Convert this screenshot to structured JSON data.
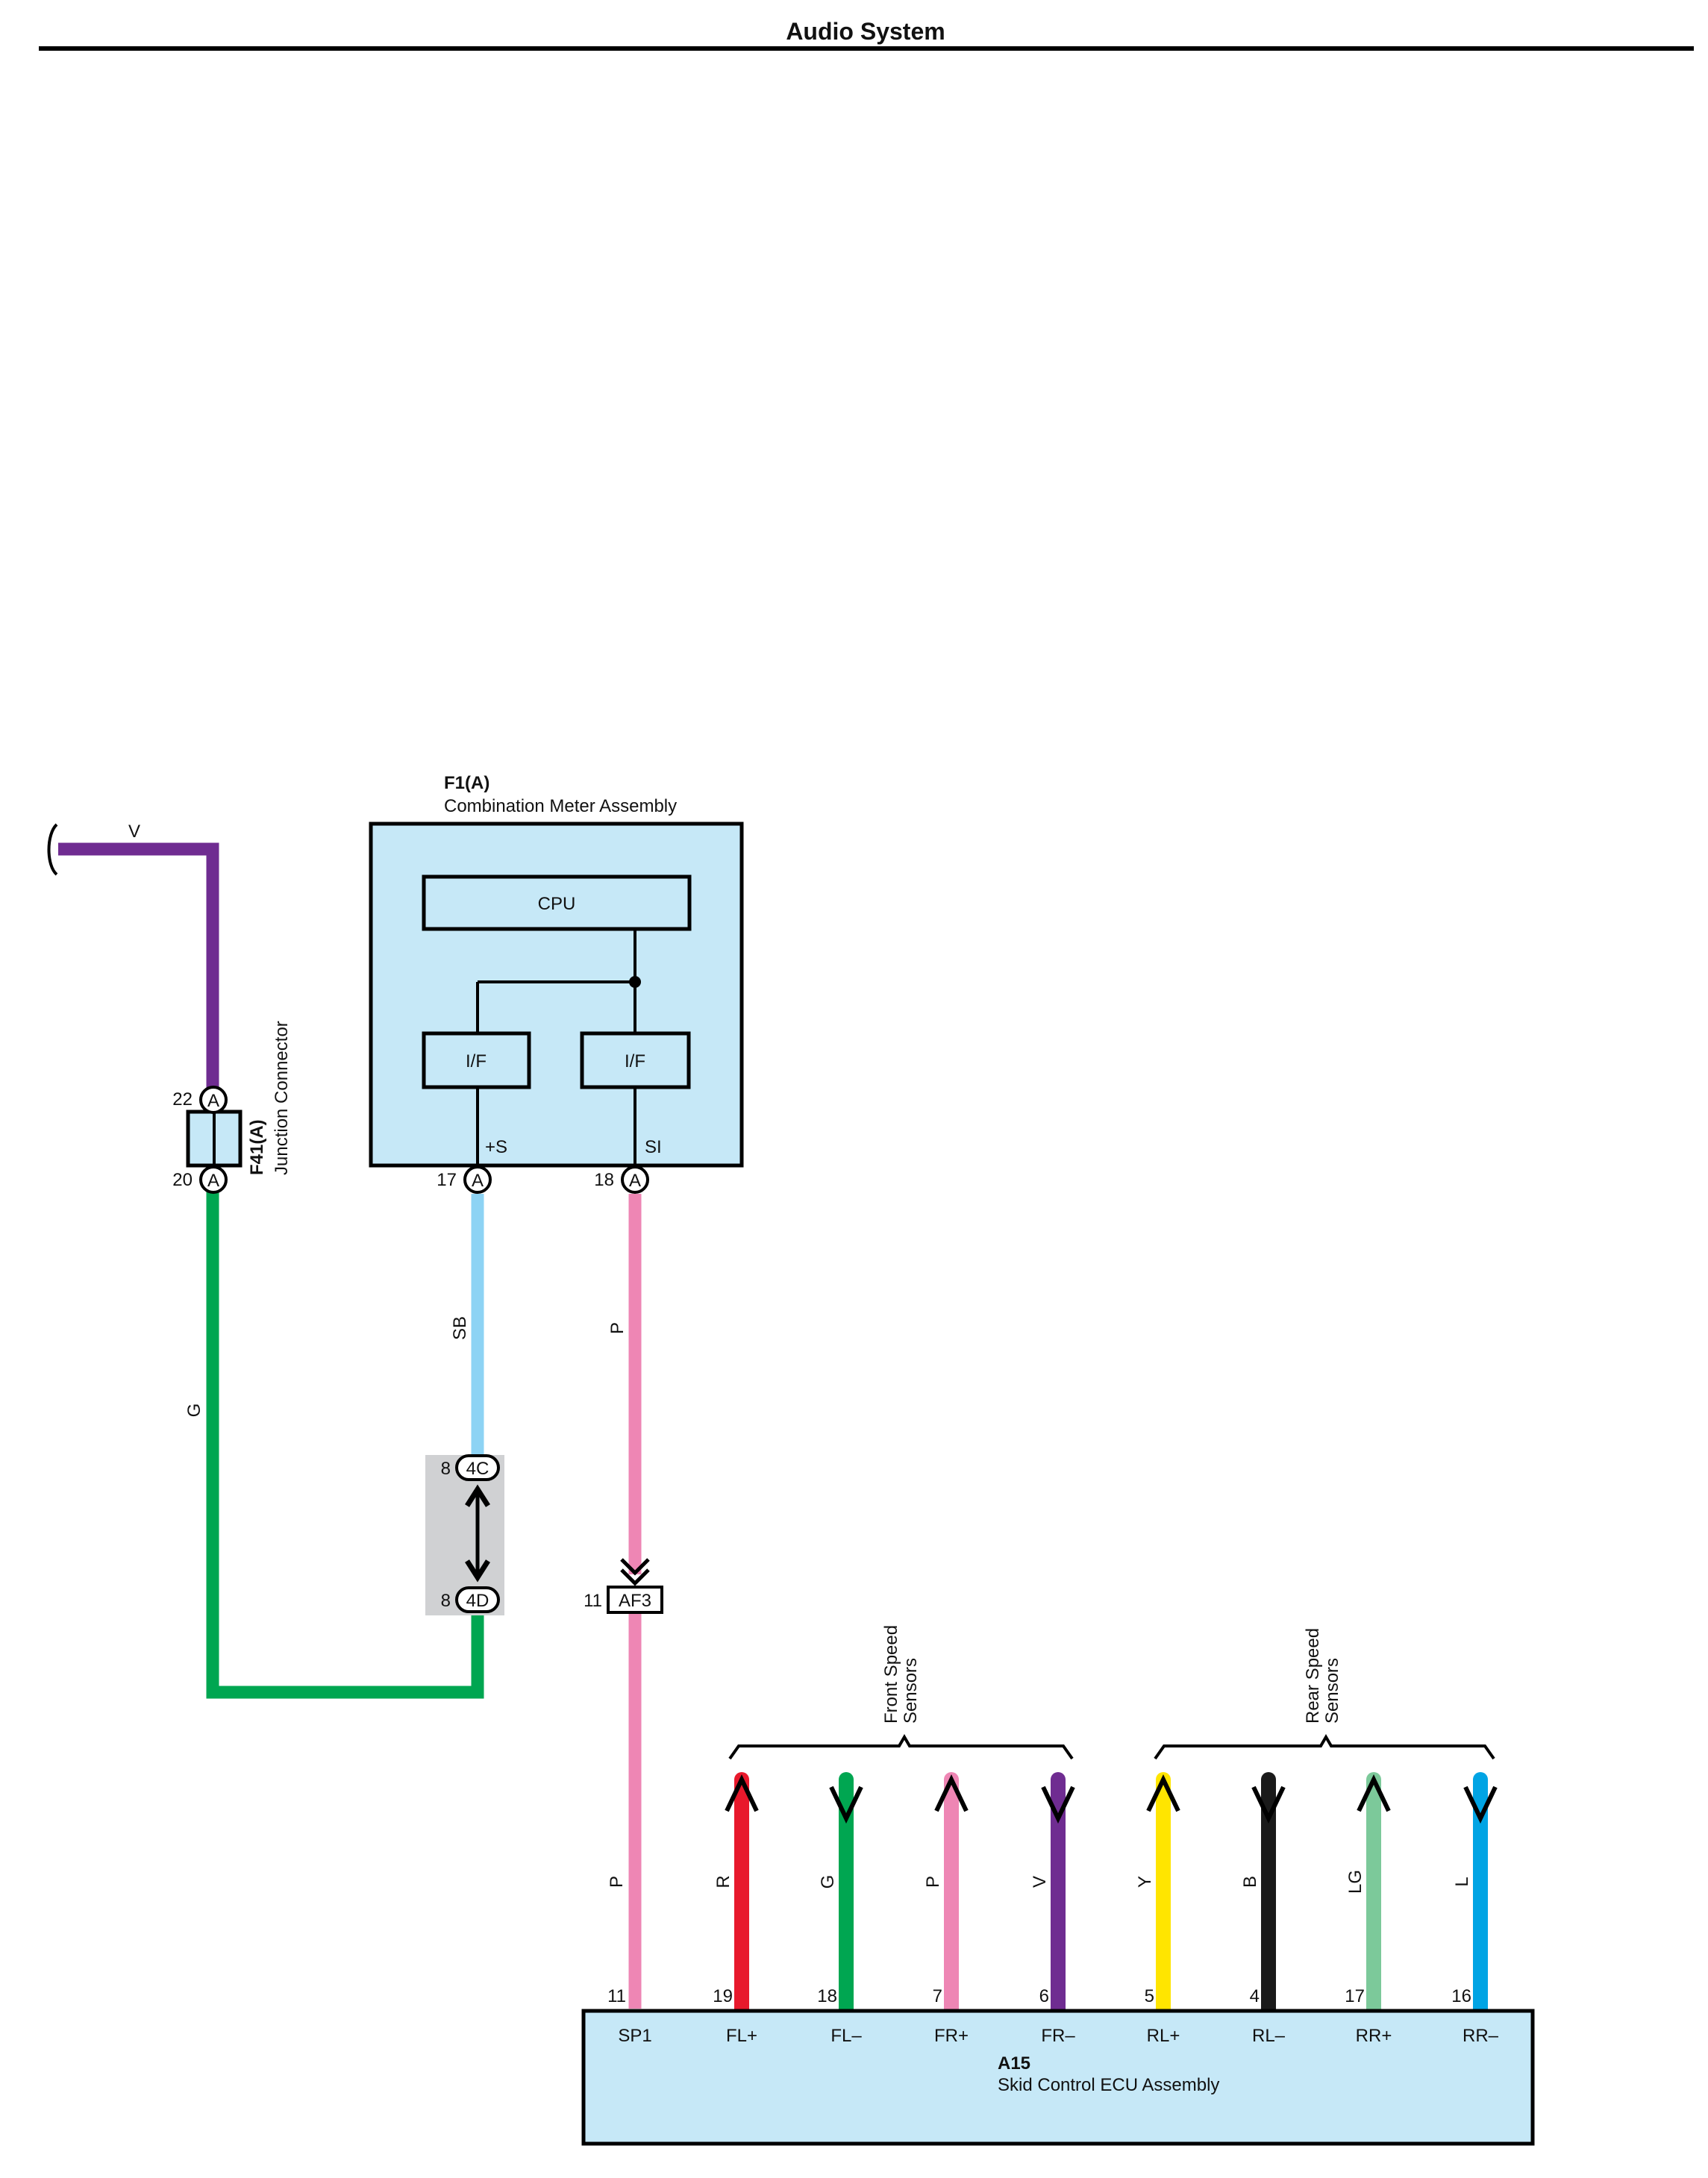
{
  "page": {
    "title": "Audio System"
  },
  "components": {
    "combination_meter": {
      "id": "F1(A)",
      "name": "Combination Meter Assembly",
      "cpu": "CPU",
      "if_left": "I/F",
      "if_right": "I/F",
      "pin_plus_s": "+S",
      "pin_si": "SI"
    },
    "junction_connector": {
      "id": "F41(A)",
      "name": "Junction Connector"
    },
    "skid_ecu": {
      "id": "A15",
      "name": "Skid Control ECU Assembly"
    }
  },
  "connectors": {
    "a": "A",
    "c4c": "4C",
    "c4d": "4D",
    "af3": "AF3"
  },
  "pins": {
    "jc_top": "22",
    "jc_bottom": "20",
    "meter_plus_s": "17",
    "meter_si": "18",
    "c4c": "8",
    "c4d": "8",
    "af3": "11"
  },
  "wires": {
    "v_top": "V",
    "g_left": "G",
    "sb": "SB",
    "p_upper": "P",
    "p_lower": "P"
  },
  "sensor_groups": {
    "front": [
      "Front Speed",
      "Sensors"
    ],
    "rear": [
      "Rear Speed",
      "Sensors"
    ]
  },
  "ecu_terminals": [
    {
      "pin": "11",
      "name": "SP1",
      "wire": "P",
      "color": "#ee86b4",
      "arrow": "none"
    },
    {
      "pin": "19",
      "name": "FL+",
      "wire": "R",
      "color": "#e8192c",
      "arrow": "up"
    },
    {
      "pin": "18",
      "name": "FL–",
      "wire": "G",
      "color": "#00a651",
      "arrow": "down"
    },
    {
      "pin": "7",
      "name": "FR+",
      "wire": "P",
      "color": "#ee86b4",
      "arrow": "up"
    },
    {
      "pin": "6",
      "name": "FR–",
      "wire": "V",
      "color": "#6f2c91",
      "arrow": "down"
    },
    {
      "pin": "5",
      "name": "RL+",
      "wire": "Y",
      "color": "#ffe500",
      "arrow": "up"
    },
    {
      "pin": "4",
      "name": "RL–",
      "wire": "B",
      "color": "#1a1a1a",
      "arrow": "down"
    },
    {
      "pin": "17",
      "name": "RR+",
      "wire": "LG",
      "color": "#7cc99a",
      "arrow": "up"
    },
    {
      "pin": "16",
      "name": "RR–",
      "wire": "L",
      "color": "#00a4e4",
      "arrow": "down"
    }
  ],
  "colors": {
    "violet": "#6f2c91",
    "green": "#00a651",
    "sky_blue": "#8dd3f4",
    "pink": "#ee86b4",
    "box_fill": "#c6e8f7",
    "splice_grey": "#d0d1d3"
  }
}
